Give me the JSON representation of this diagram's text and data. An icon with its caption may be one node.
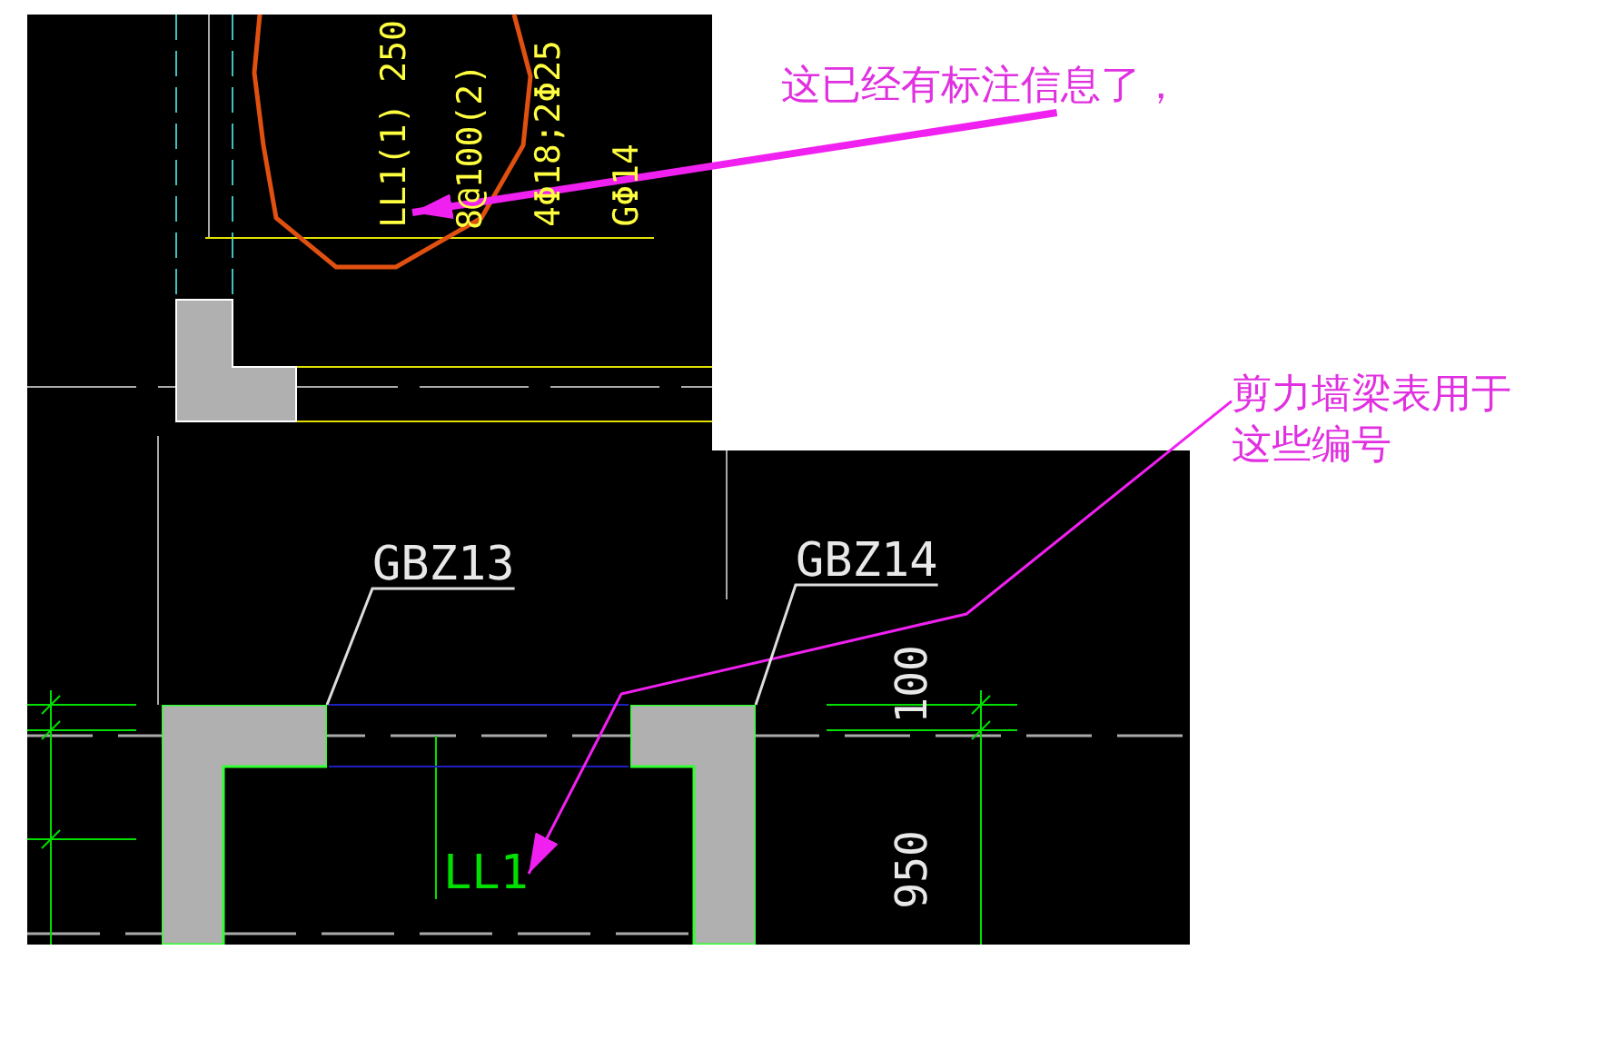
{
  "diagram": {
    "nodes": [
      {
        "text": [
          "这已经有标注信息了，"
        ]
      },
      {
        "text": [
          "LL1(1) 250"
        ]
      },
      {
        "text": [
          "剪力墙梁表用于这些编号"
        ]
      },
      {
        "text": [
          "GBZ13"
        ]
      },
      {
        "text": [
          "GBZ14"
        ]
      },
      {
        "text": [],
        "shape": "box"
      },
      {
        "text": [],
        "shape": "box"
      },
      {
        "text": [
          "LL1"
        ]
      }
    ],
    "edges": [
      {
        "from": 0,
        "to": 1,
        "arrow": "to",
        "style": "thick"
      },
      {
        "from": 2,
        "to": 7,
        "arrow": "to"
      },
      {
        "from": 3,
        "to": 5,
        "arrow": "none",
        "color": "#dddddd"
      },
      {
        "from": 4,
        "to": 6,
        "arrow": "none",
        "color": "#dddddd"
      }
    ],
    "labels": [
      "8@100(2)",
      "4Φ18;2Φ25",
      "GΦ14",
      "100",
      "950"
    ]
  }
}
